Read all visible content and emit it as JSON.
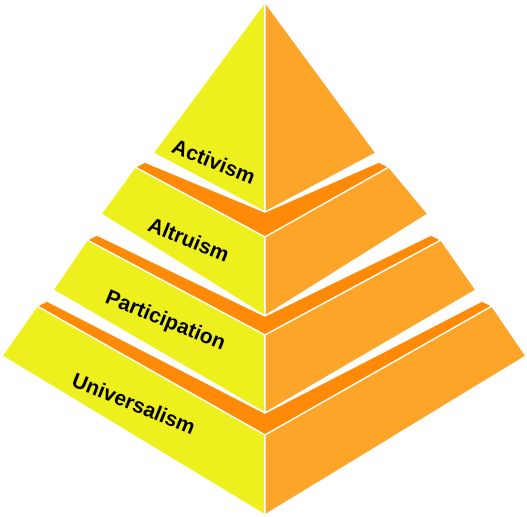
{
  "diagram": {
    "type": "layered-pyramid",
    "tiers": [
      {
        "label": "Activism"
      },
      {
        "label": "Altruism"
      },
      {
        "label": "Participation"
      },
      {
        "label": "Universalism"
      }
    ],
    "colors": {
      "left_face": "#EEF01E",
      "right_face": "#FCA528",
      "ledge": "#FE8A07",
      "outline": "#FFFFFF"
    }
  }
}
